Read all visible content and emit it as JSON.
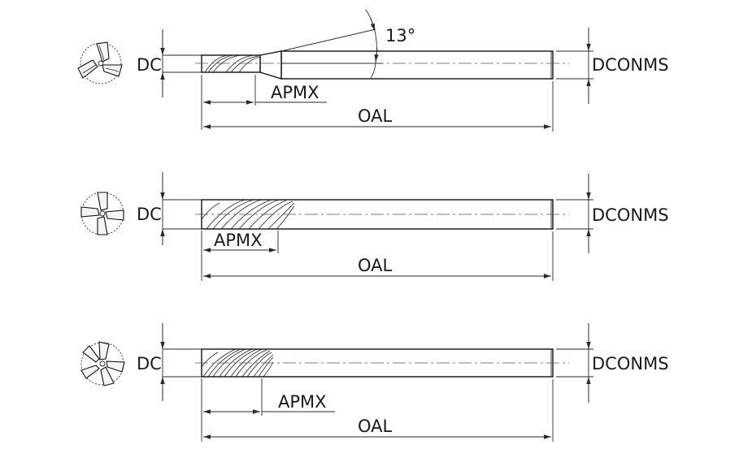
{
  "labels": {
    "dc": "DC",
    "dconms": "DCONMS",
    "apmx": "APMX",
    "oal": "OAL",
    "angle": "13°"
  },
  "tools": [
    {
      "id": "tool-1",
      "flutes": 3,
      "neck": true
    },
    {
      "id": "tool-2",
      "flutes": 4,
      "neck": false
    },
    {
      "id": "tool-3",
      "flutes": 5,
      "neck": false
    }
  ]
}
